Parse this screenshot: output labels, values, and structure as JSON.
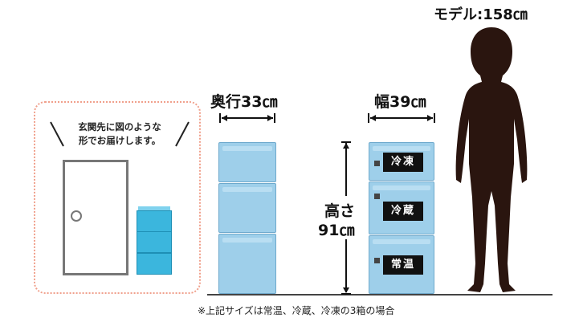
{
  "model_label": "モデル:158㎝",
  "depth_label": "奥行33㎝",
  "width_label": "幅39㎝",
  "height_label_line1": "高さ",
  "height_label_line2": "91㎝",
  "callout_line1": "玄関先に図のような",
  "callout_line2": "形でお届けします。",
  "box_labels": [
    "冷凍",
    "冷蔵",
    "常温"
  ],
  "footnote": "※上記サイズは常温、冷蔵、冷凍の3箱の場合",
  "colors": {
    "cooler": "#9ecfea",
    "mini_box": "#3bb6dd",
    "callout_border": "#f0a08c",
    "silhouette": "#2a150f"
  }
}
